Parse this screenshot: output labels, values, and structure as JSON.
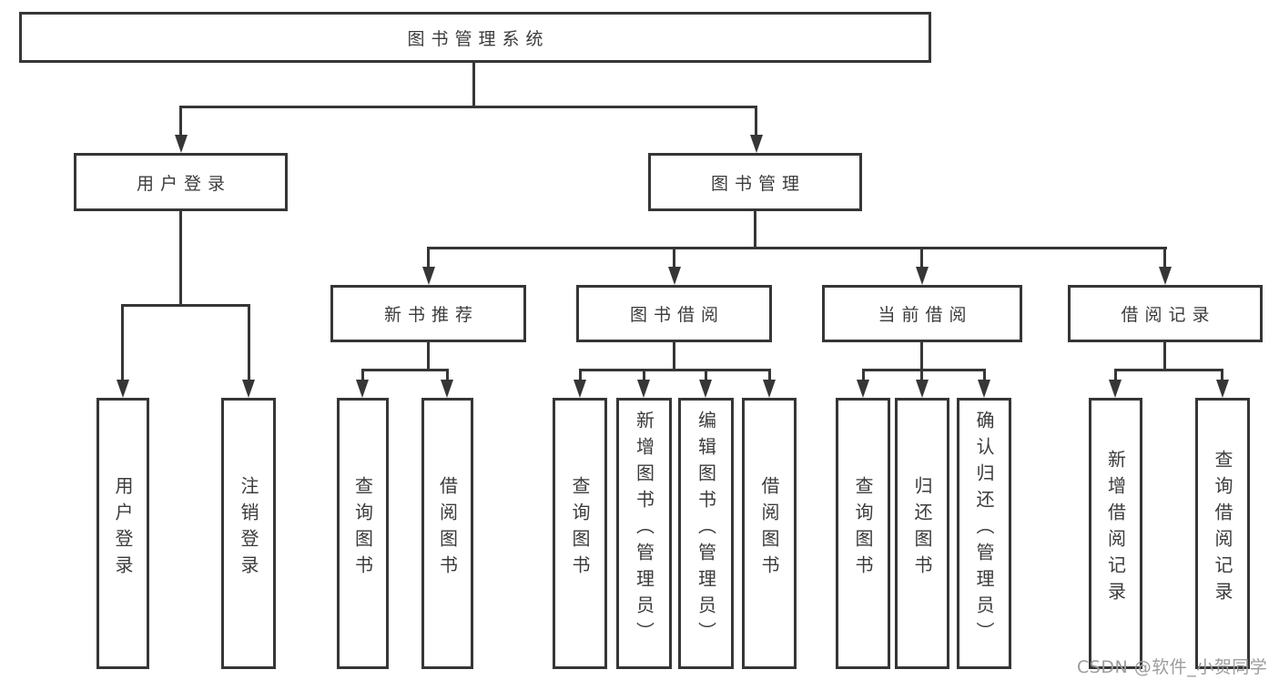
{
  "diagram": {
    "root": {
      "label": "图书管理系统"
    },
    "level2": [
      {
        "id": "user-login",
        "label": "用户登录"
      },
      {
        "id": "book-management",
        "label": "图书管理"
      }
    ],
    "level3": [
      {
        "id": "new-book-recommend",
        "label": "新书推荐"
      },
      {
        "id": "book-borrowing",
        "label": "图书借阅"
      },
      {
        "id": "current-borrowing",
        "label": "当前借阅"
      },
      {
        "id": "borrowing-records",
        "label": "借阅记录"
      }
    ],
    "leaves": [
      {
        "id": "user-login-leaf",
        "label": "用户登录"
      },
      {
        "id": "logout",
        "label": "注销登录"
      },
      {
        "id": "recommend-query-books",
        "label": "查询图书"
      },
      {
        "id": "recommend-borrow-books",
        "label": "借阅图书"
      },
      {
        "id": "borrowing-query-books",
        "label": "查询图书"
      },
      {
        "id": "add-book-admin",
        "label": "新增图书（管理员）"
      },
      {
        "id": "edit-book-admin",
        "label": "编辑图书（管理员）"
      },
      {
        "id": "borrowing-borrow-books",
        "label": "借阅图书"
      },
      {
        "id": "current-query-books",
        "label": "查询图书"
      },
      {
        "id": "return-book",
        "label": "归还图书"
      },
      {
        "id": "confirm-return-admin",
        "label": "确认归还（管理员）"
      },
      {
        "id": "add-borrow-record",
        "label": "新增借阅记录"
      },
      {
        "id": "query-borrow-record",
        "label": "查询借阅记录"
      }
    ]
  },
  "watermark": {
    "text": "CSDN @软件_小贺同学",
    "color": "#9c9c9c"
  },
  "colors": {
    "line": "#363636",
    "box_border": "#363636",
    "text": "#3b3b3b",
    "background": "#ffffff"
  }
}
